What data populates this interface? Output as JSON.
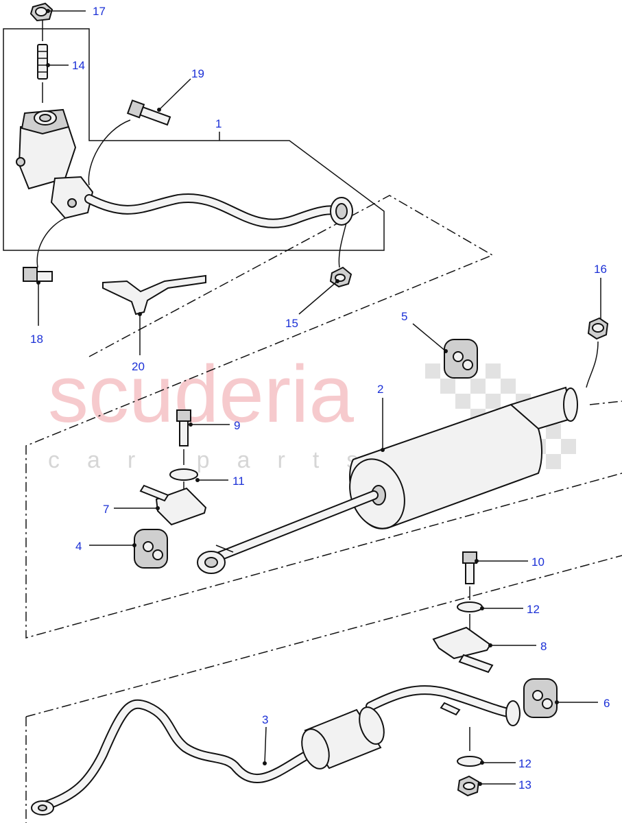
{
  "watermark": {
    "main": "scuderia",
    "sub": "car parts"
  },
  "callouts": [
    {
      "id": "17",
      "label": "17"
    },
    {
      "id": "14",
      "label": "14"
    },
    {
      "id": "19",
      "label": "19"
    },
    {
      "id": "1",
      "label": "1"
    },
    {
      "id": "18",
      "label": "18"
    },
    {
      "id": "20",
      "label": "20"
    },
    {
      "id": "15",
      "label": "15"
    },
    {
      "id": "16",
      "label": "16"
    },
    {
      "id": "5",
      "label": "5"
    },
    {
      "id": "2",
      "label": "2"
    },
    {
      "id": "9",
      "label": "9"
    },
    {
      "id": "11",
      "label": "11"
    },
    {
      "id": "7",
      "label": "7"
    },
    {
      "id": "4",
      "label": "4"
    },
    {
      "id": "10",
      "label": "10"
    },
    {
      "id": "12a",
      "label": "12"
    },
    {
      "id": "8",
      "label": "8"
    },
    {
      "id": "6",
      "label": "6"
    },
    {
      "id": "3",
      "label": "3"
    },
    {
      "id": "12b",
      "label": "12"
    },
    {
      "id": "13",
      "label": "13"
    }
  ],
  "colors": {
    "callout_text": "#1a2fd6",
    "line_art": "#111111",
    "watermark": "#f4b9bd"
  }
}
